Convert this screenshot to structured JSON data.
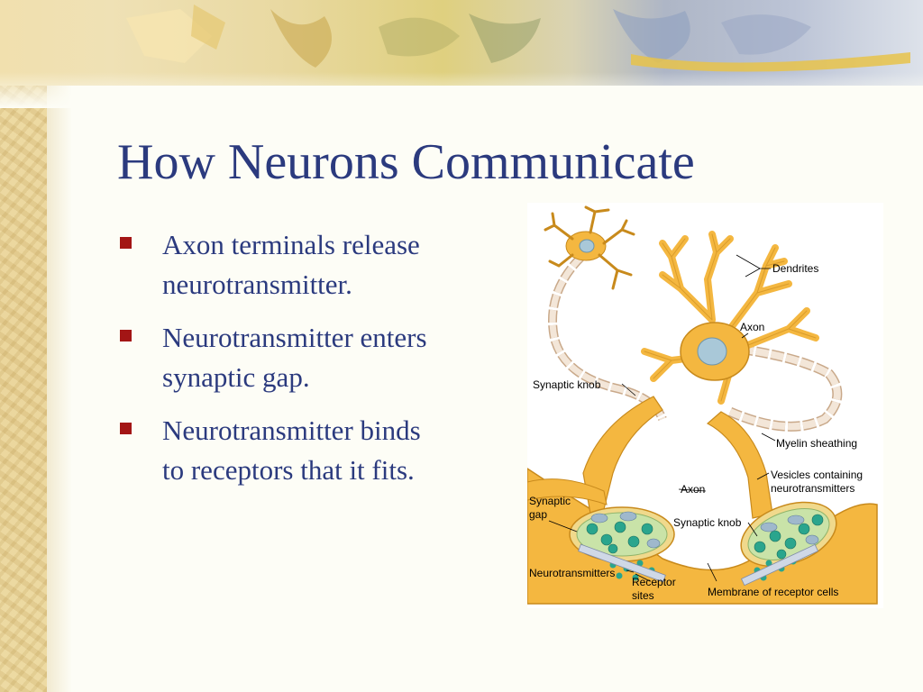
{
  "slide": {
    "title": "How Neurons Communicate",
    "bullets": [
      {
        "line1": "Axon terminals release",
        "line2": "neurotransmitter."
      },
      {
        "line1": "Neurotransmitter enters",
        "line2": "synaptic gap."
      },
      {
        "line1": "Neurotransmitter binds",
        "line2": "to receptors that it fits."
      }
    ]
  },
  "diagram": {
    "labels": {
      "dendrites": "Dendrites",
      "axon_top": "Axon",
      "synaptic_knob_left": "Synaptic knob",
      "myelin": "Myelin sheathing",
      "vesicles_line1": "Vesicles containing",
      "vesicles_line2": "neurotransmitters",
      "axon_mid": "Axon",
      "synaptic_gap_line1": "Synaptic",
      "synaptic_gap_line2": "gap",
      "synaptic_knob_right": "Synaptic knob",
      "neurotransmitters": "Neurotransmitters",
      "receptor_line1": "Receptor",
      "receptor_line2": "sites",
      "membrane": "Membrane of receptor cells"
    }
  },
  "colors": {
    "title_text": "#2b3a7e",
    "bullet_marker": "#a31515",
    "neuron_fill": "#f4b740",
    "neuron_stroke": "#c88a1c",
    "nucleus": "#a9c8d8",
    "myelin": "#f3e6d8",
    "vesicle": "#2aa58d"
  }
}
